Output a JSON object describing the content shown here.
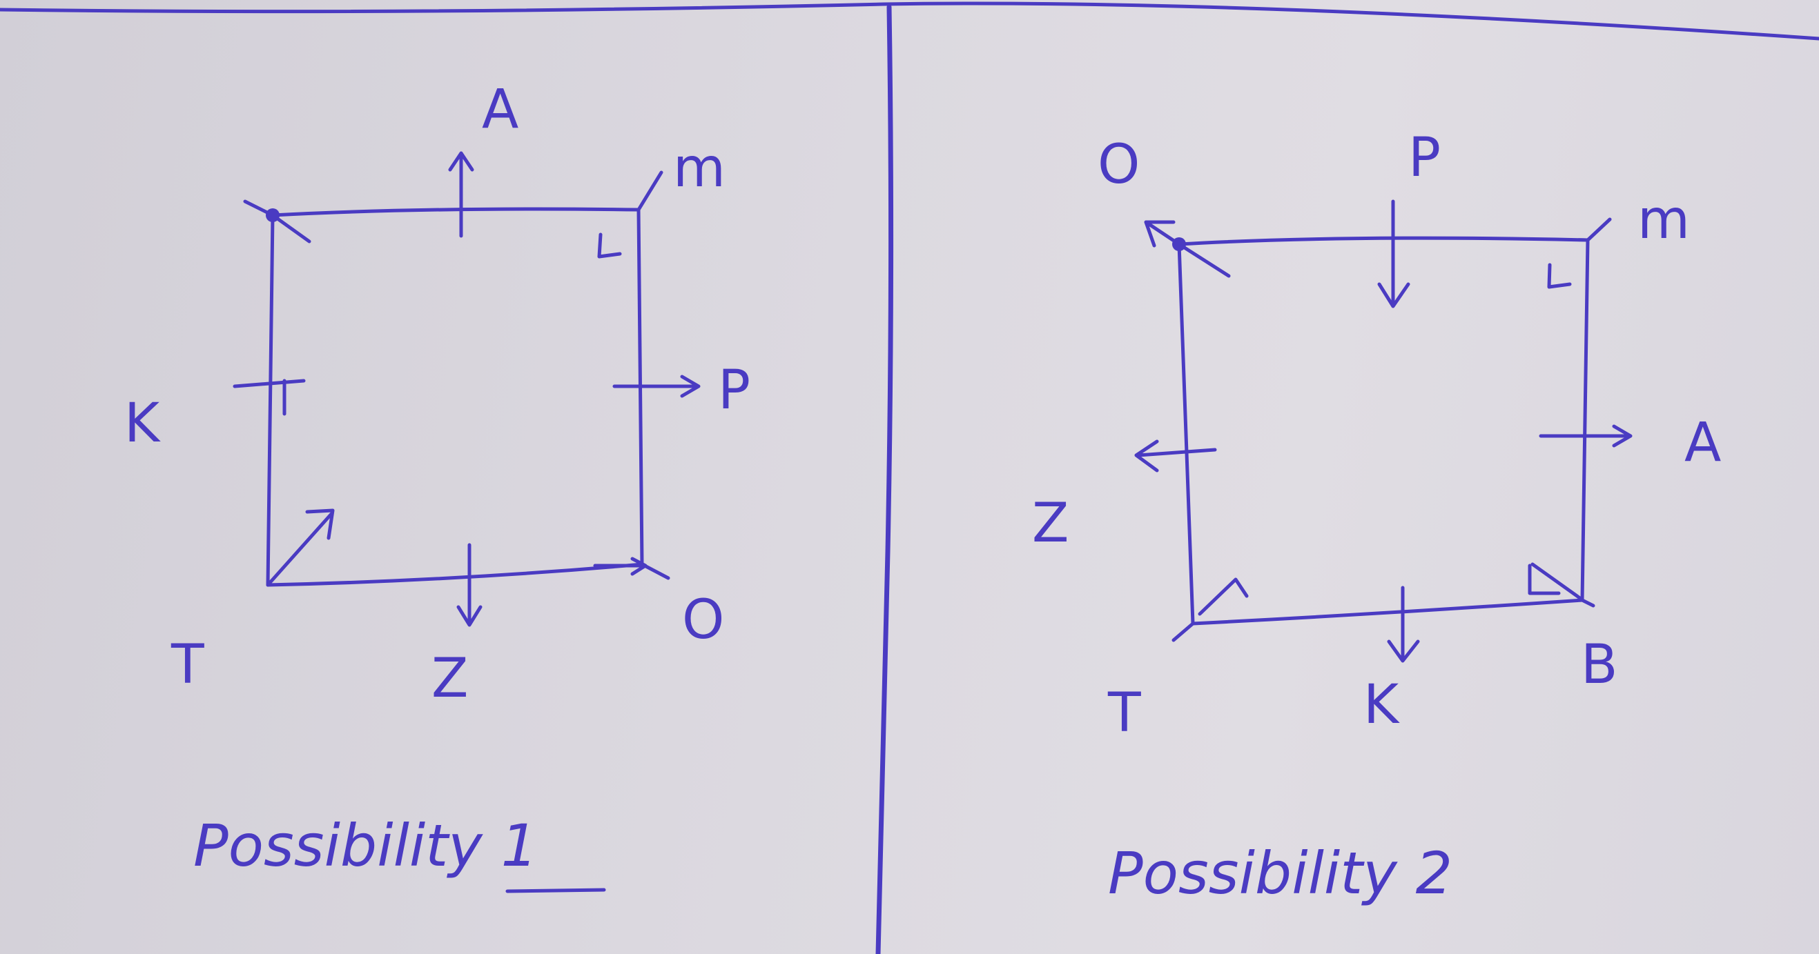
{
  "ink_color": "#4a3bc2",
  "panels": [
    {
      "caption": "Possibility 1",
      "labels": {
        "top": "A",
        "top_right": "m",
        "right": "P",
        "bottom_right": "O",
        "bottom": "Z",
        "bottom_left": "T",
        "left": "K"
      }
    },
    {
      "caption": "Possibility 2",
      "labels": {
        "top_left": "O",
        "top": "P",
        "top_right": "m",
        "right": "A",
        "bottom_right": "B",
        "bottom": "K",
        "bottom_left": "T",
        "left": "Z"
      }
    }
  ]
}
